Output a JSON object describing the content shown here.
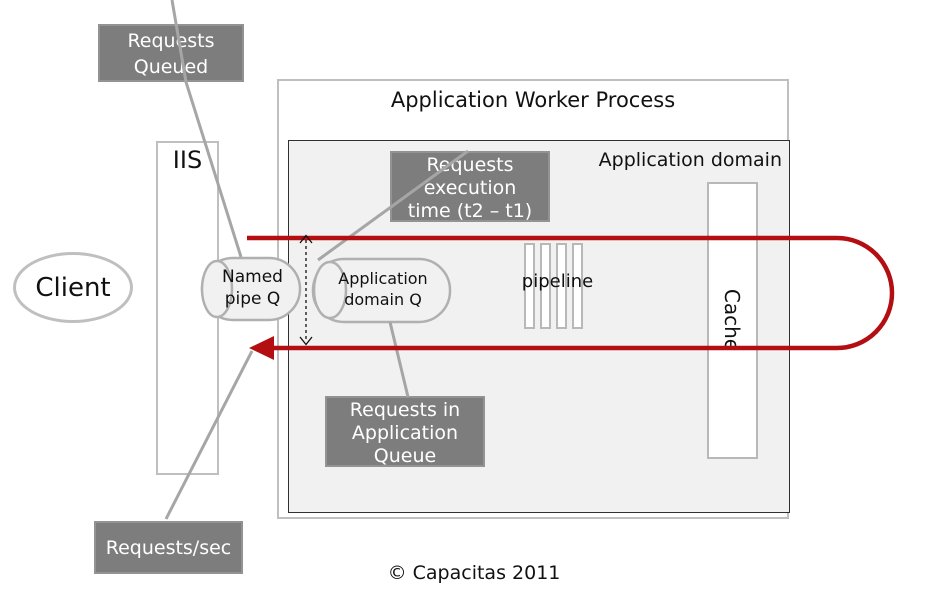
{
  "colors": {
    "accent_red": "#b30e12",
    "label_box_fill": "#7d7d7d",
    "label_box_border": "#939393",
    "connector_gray": "#a6a6a6",
    "shape_border_gray": "#bfbfbf",
    "panel_fill": "#f1f1f1"
  },
  "client": {
    "label": "Client"
  },
  "iis": {
    "label": "IIS"
  },
  "worker_process": {
    "title": "Application Worker Process",
    "domain_label": "Application domain"
  },
  "queues": {
    "named_pipe_label": "Named\npipe Q",
    "app_domain_label": "Application\ndomain Q"
  },
  "pipeline": {
    "label": "pipeline",
    "bar_count": 4
  },
  "cache": {
    "label": "Cache"
  },
  "annotations": {
    "requests_queued": "Requests\nQueued",
    "requests_execution": "Requests\nexecution\ntime (t2 – t1)",
    "requests_in_queue": "Requests in\nApplication\nQueue",
    "requests_per_sec": "Requests/sec"
  },
  "footer": {
    "copyright": "© Capacitas 2011"
  }
}
